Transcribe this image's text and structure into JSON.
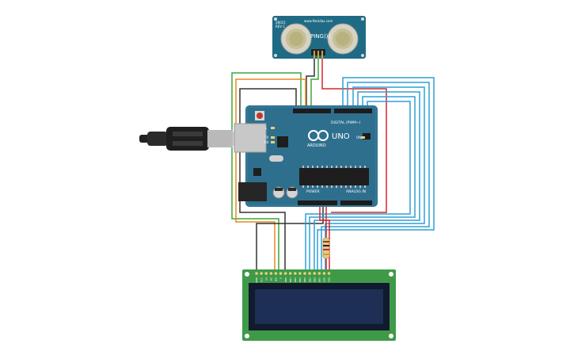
{
  "sensor": {
    "model_label": "PING)))",
    "brand_label": "www.Parallax.com",
    "small_label_1": "28015",
    "small_label_2": "REV C"
  },
  "arduino": {
    "brand": "ARDUINO",
    "model": "UNO",
    "digital_label": "DIGITAL (PWM~)",
    "power_label": "POWER",
    "analog_label": "ANALOG IN",
    "tx_label": "TX",
    "rx_label": "RX",
    "on_label": "ON",
    "l_label": "L"
  },
  "lcd": {
    "pin_labels": [
      "GND",
      "VCC",
      "V0",
      "RS",
      "RW",
      "E",
      "DB0",
      "DB1",
      "DB2",
      "DB3",
      "DB4",
      "DB5",
      "DB6",
      "DB7",
      "LED",
      "LED"
    ]
  },
  "colors": {
    "wire_green": "#3aa83a",
    "wire_red": "#d9262b",
    "wire_black": "#333333",
    "wire_orange": "#e7881d",
    "wire_blue": "#2e9fd6",
    "board_teal": "#2e6f8e",
    "sensor_teal": "#1f6b85",
    "lcd_green": "#3f9a48",
    "lcd_screen": "#1d2f55"
  },
  "icons": [
    "usb-cable-icon",
    "resistor-icon",
    "infinity-logo-icon"
  ]
}
